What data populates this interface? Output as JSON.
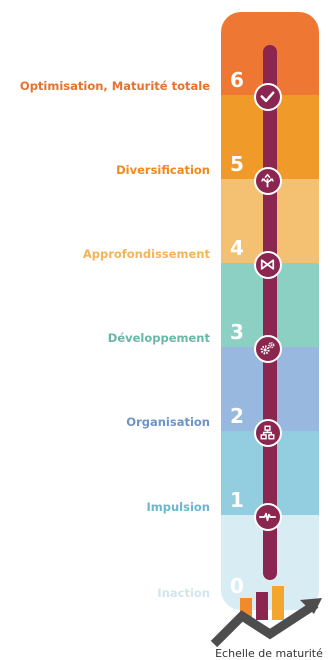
{
  "levels": [
    {
      "number": "6",
      "label": "Optimisation, Maturité totale",
      "color": "#ee7733",
      "icon": "check-icon"
    },
    {
      "number": "5",
      "label": "Diversification",
      "color": "#f09a2a",
      "icon": "diverge-arrows-icon"
    },
    {
      "number": "4",
      "label": "Approfondissement",
      "color": "#f4c172",
      "icon": "bowtie-icon"
    },
    {
      "number": "3",
      "label": "Développement",
      "color": "#8cd0c4",
      "icon": "gears-icon"
    },
    {
      "number": "2",
      "label": "Organisation",
      "color": "#98b8df",
      "icon": "org-chart-icon"
    },
    {
      "number": "1",
      "label": "Impulsion",
      "color": "#92cde0",
      "icon": "pulse-icon"
    },
    {
      "number": "0",
      "label": "Inaction",
      "color": "#d8ecf3",
      "icon": "bar-chart-icon"
    }
  ],
  "label_colors": {
    "6": "#e8722d",
    "5": "#ef8a1c",
    "4": "#f3b45a",
    "3": "#68b7a7",
    "2": "#6e93c7",
    "1": "#6cb6d0",
    "0": "#cfe6ee"
  },
  "spine_color": "#8a2650",
  "caption": "Echelle de maturité"
}
